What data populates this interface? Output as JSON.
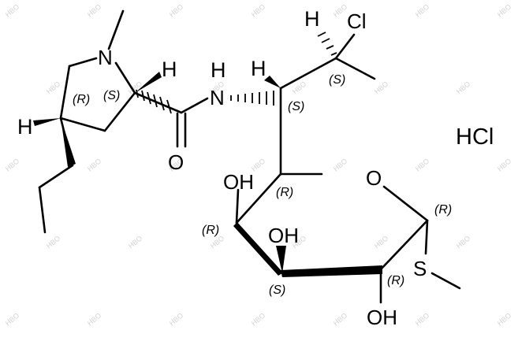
{
  "molecule": {
    "salt_label": "HCl",
    "atoms": {
      "pyrrolidine_n": "N",
      "amide_n": "N",
      "amide_nh_h": "H",
      "carbonyl_o": "O",
      "ring_o": "O",
      "chlorine": "Cl",
      "thioether_s": "S",
      "h_c2_pyrrolidine": "H",
      "h_c4_pyrrolidine": "H",
      "h_c6": "H",
      "h_c7": "H"
    },
    "hydroxyls": {
      "oh_c2": "OH",
      "oh_c3": "OH",
      "oh_c4": "OH"
    },
    "stereo": {
      "pyrrolidine_c4": "(R)",
      "pyrrolidine_c2": "(S)",
      "c7": "(S)",
      "c6": "(S)",
      "c5": "(R)",
      "c4": "(R)",
      "c3": "(S)",
      "c2": "(R)",
      "c1": "(R)"
    },
    "watermark_text": "HBO"
  }
}
